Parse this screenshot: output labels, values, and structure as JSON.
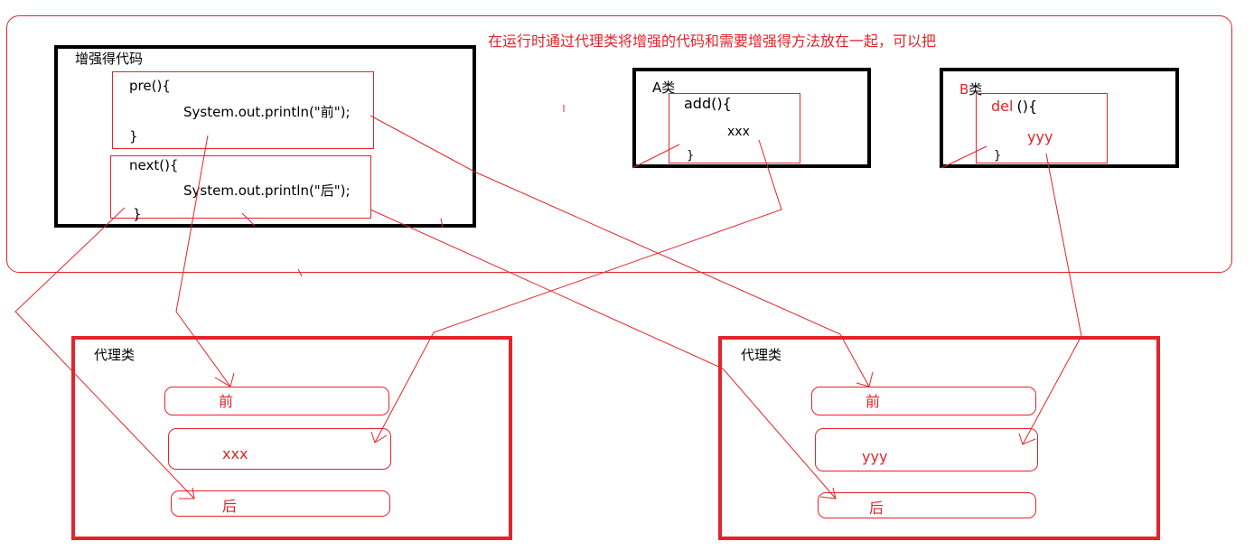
{
  "note": "在运行时通过代理类将增强的代码和需要增强得方法放在一起，可以把",
  "enhanced": {
    "title": "增强得代码",
    "pre": {
      "open": "pre(){",
      "body": "System.out.println(\"前\");",
      "close": "}"
    },
    "next": {
      "open": "next(){",
      "body": "System.out.println(\"后\");",
      "close": "}"
    }
  },
  "class_a": {
    "title": "A类",
    "method": "add(){",
    "body": "xxx",
    "close": "}"
  },
  "class_b": {
    "title_prefix": "B",
    "title_suffix": "类",
    "method": "del",
    "method_rest": "(){",
    "body": "yyy",
    "close": "}"
  },
  "proxy_left": {
    "title": "代理类",
    "before": "前",
    "middle": "xxx",
    "after": "后"
  },
  "proxy_right": {
    "title": "代理类",
    "before": "前",
    "middle": "yyy",
    "after": "后"
  },
  "colors": {
    "red": "#e3242b",
    "black": "#000000"
  }
}
